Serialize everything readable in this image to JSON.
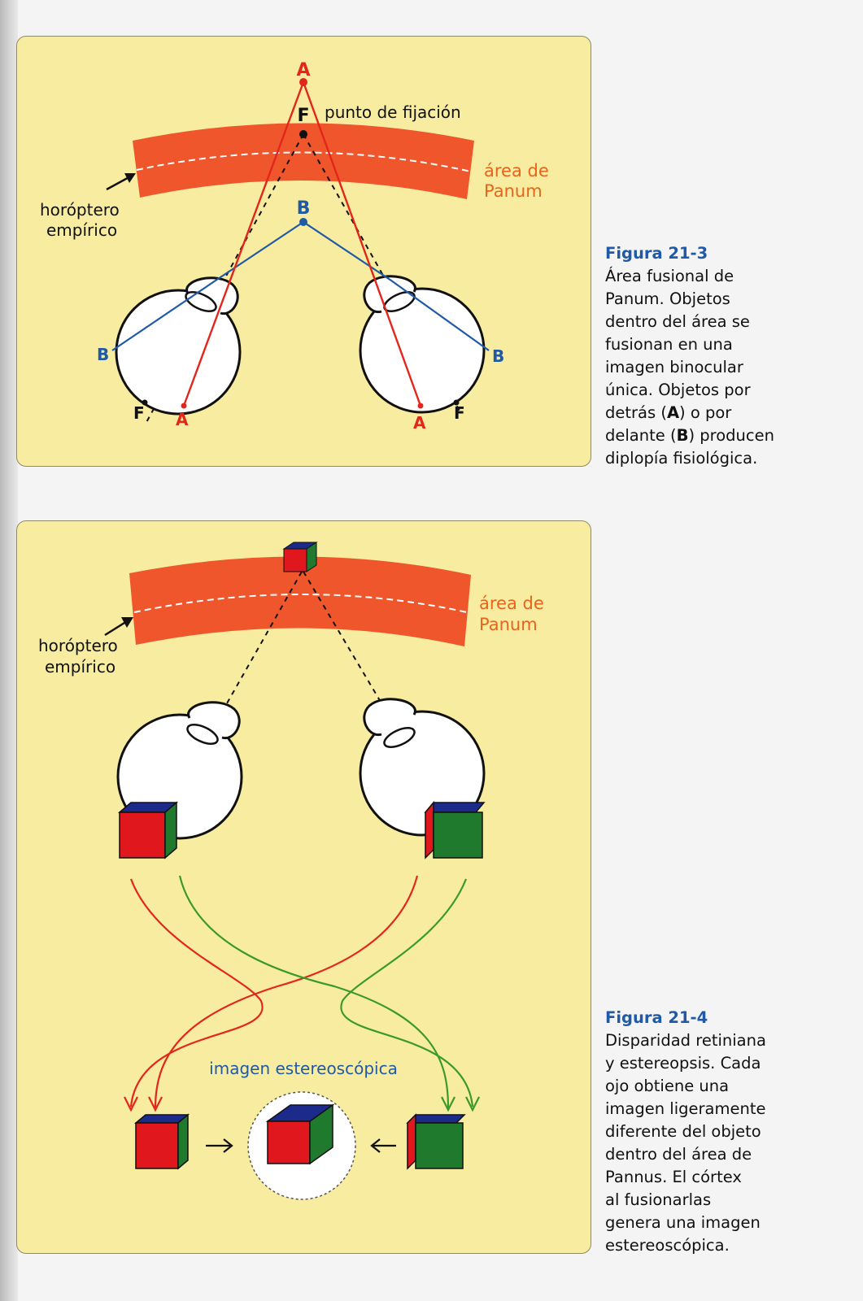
{
  "fig1": {
    "labels": {
      "fixation_letter": "F",
      "fixation_text": "punto de fijación",
      "panum_line1": "área de",
      "panum_line2": "Panum",
      "horopter_line1": "horóptero",
      "horopter_line2": "empírico",
      "point_a": "A",
      "point_b": "B",
      "left_b": "B",
      "left_f": "F",
      "left_a": "A",
      "right_a": "A",
      "right_f": "F",
      "right_b": "B"
    },
    "caption": {
      "title": "Figura 21-3",
      "line1": "Área fusional de",
      "line2": "Panum. Objetos",
      "line3": "dentro del área se",
      "line4": "fusionan en una",
      "line5": "imagen binocular",
      "line6": "única. Objetos por",
      "line7_pre": "detrás (",
      "line7_bold": "A",
      "line7_post": ") o por",
      "line8_pre": "delante (",
      "line8_bold": "B",
      "line8_post": ") producen",
      "line9": "diplopía fisiológica."
    }
  },
  "fig2": {
    "labels": {
      "panum_line1": "área de",
      "panum_line2": "Panum",
      "horopter_line1": "horóptero",
      "horopter_line2": "empírico",
      "stereo_label": "imagen estereoscópica"
    },
    "caption": {
      "title": "Figura 21-4",
      "line1": "Disparidad retiniana",
      "line2": "y estereopsis. Cada",
      "line3": "ojo obtiene una",
      "line4": "imagen ligeramente",
      "line5": "diferente del objeto",
      "line6": "dentro del área de",
      "line7": "Pannus. El córtex",
      "line8": "al fusionarlas",
      "line9": "genera una imagen",
      "line10": "estereoscópica."
    }
  },
  "colors": {
    "panel_bg": "#f7ec9f",
    "panum_area": "#f0562b",
    "label_orange": "#e8641c",
    "red_line": "#e3261c",
    "blue_line": "#1f5aa8",
    "green_line": "#3a9a2a",
    "cube_red": "#e0171d",
    "cube_green": "#1f7a2e",
    "cube_blue": "#1c2a8c",
    "caption_title": "#1f5aa8"
  },
  "icons": [
    "eye-icon",
    "cube-icon",
    "arrow-icon"
  ]
}
